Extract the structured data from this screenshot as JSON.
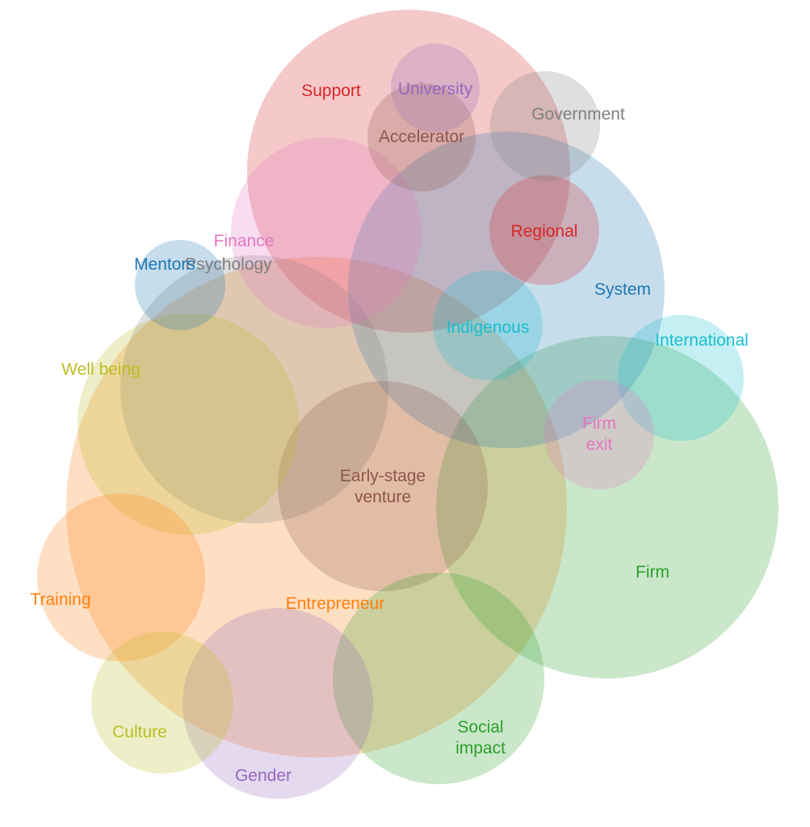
{
  "diagram": {
    "sets": [
      {
        "id": "entrepreneur",
        "label": [
          "Entrepreneur"
        ],
        "color": "#ff7f0e"
      },
      {
        "id": "firm",
        "label": [
          "Firm"
        ],
        "color": "#2ca02c"
      },
      {
        "id": "support",
        "label": [
          "Support"
        ],
        "color": "#d62728"
      },
      {
        "id": "system",
        "label": [
          "System"
        ],
        "color": "#1f77b4"
      },
      {
        "id": "psychology",
        "label": [
          "Psychology"
        ],
        "color": "#7f7f7f"
      },
      {
        "id": "finance",
        "label": [
          "Finance"
        ],
        "color": "#e377c2"
      },
      {
        "id": "early-stage-venture",
        "label": [
          "Early-stage",
          "venture"
        ],
        "color": "#8c564b"
      },
      {
        "id": "well-being",
        "label": [
          "Well being"
        ],
        "color": "#bcbd22"
      },
      {
        "id": "social-impact",
        "label": [
          "Social",
          "impact"
        ],
        "color": "#2ca02c"
      },
      {
        "id": "gender",
        "label": [
          "Gender"
        ],
        "color": "#9467bd"
      },
      {
        "id": "training",
        "label": [
          "Training"
        ],
        "color": "#ff7f0e"
      },
      {
        "id": "culture",
        "label": [
          "Culture"
        ],
        "color": "#bcbd22"
      },
      {
        "id": "international",
        "label": [
          "International"
        ],
        "color": "#17becf"
      },
      {
        "id": "indigenous",
        "label": [
          "Indigenous"
        ],
        "color": "#17becf"
      },
      {
        "id": "regional",
        "label": [
          "Regional"
        ],
        "color": "#d62728"
      },
      {
        "id": "government",
        "label": [
          "Government"
        ],
        "color": "#7f7f7f"
      },
      {
        "id": "accelerator",
        "label": [
          "Accelerator"
        ],
        "color": "#8c564b"
      },
      {
        "id": "university",
        "label": [
          "University"
        ],
        "color": "#9467bd"
      },
      {
        "id": "mentors",
        "label": [
          "Mentors"
        ],
        "color": "#1f77b4"
      },
      {
        "id": "firm-exit",
        "label": [
          "Firm",
          "exit"
        ],
        "color": "#e377c2"
      }
    ]
  }
}
